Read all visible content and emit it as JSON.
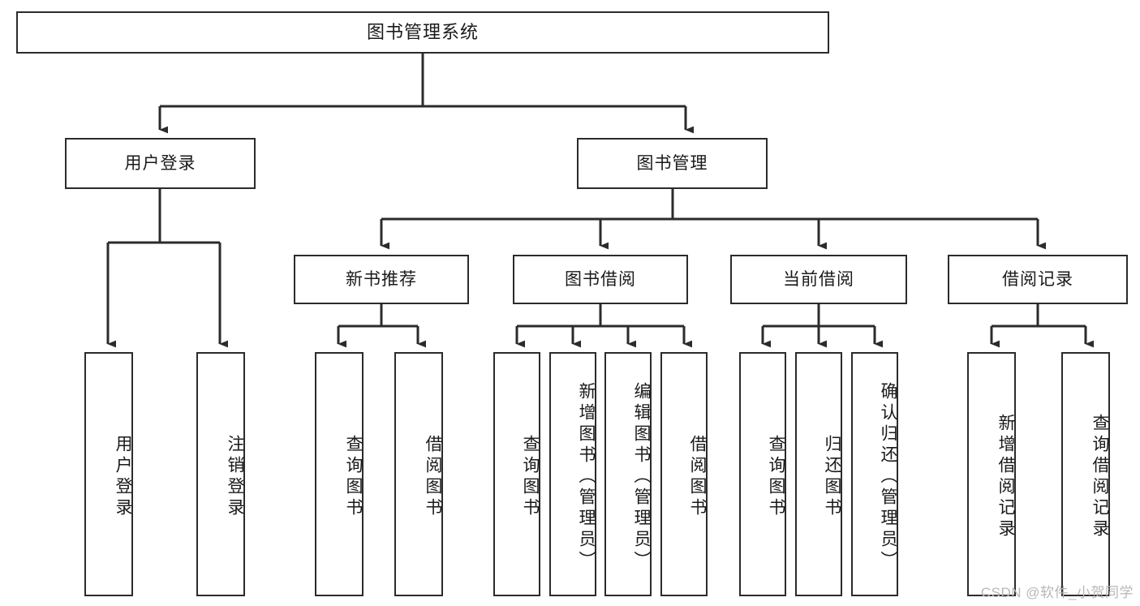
{
  "diagram": {
    "title": "图书管理系统",
    "type": "tree-hierarchy-diagram",
    "colors": {
      "box_border": "#2b2b2b",
      "box_fill": "#ffffff",
      "connector": "#2b2b2b",
      "text": "#1a1a1a",
      "watermark": "#b8b8b8",
      "background": "#ffffff"
    }
  },
  "root": {
    "label": "图书管理系统"
  },
  "level1": [
    {
      "label": "用户登录"
    },
    {
      "label": "图书管理"
    }
  ],
  "level2": [
    {
      "label": "新书推荐"
    },
    {
      "label": "图书借阅"
    },
    {
      "label": "当前借阅"
    },
    {
      "label": "借阅记录"
    }
  ],
  "leaves": {
    "user_login": [
      {
        "label": "用户登录"
      },
      {
        "label": "注销登录"
      }
    ],
    "new_book_recommend": [
      {
        "label": "查询图书"
      },
      {
        "label": "借阅图书"
      }
    ],
    "book_borrow": [
      {
        "label": "查询图书"
      },
      {
        "label": "新增图书（管理员）"
      },
      {
        "label": "编辑图书（管理员）"
      },
      {
        "label": "借阅图书"
      }
    ],
    "current_borrow": [
      {
        "label": "查询图书"
      },
      {
        "label": "归还图书"
      },
      {
        "label": "确认归还（管理员）"
      }
    ],
    "borrow_record": [
      {
        "label": "新增借阅记录"
      },
      {
        "label": "查询借阅记录"
      }
    ]
  },
  "watermark": {
    "text": "CSDN @软件_小贺同学"
  }
}
